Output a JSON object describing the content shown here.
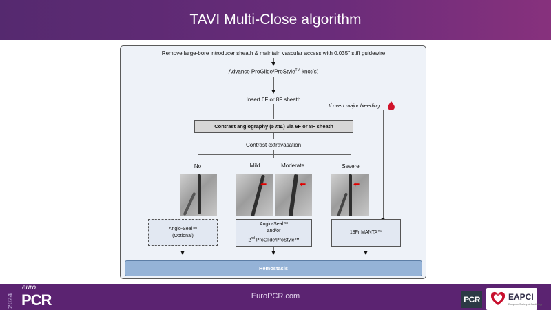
{
  "header": {
    "title": "TAVI Multi-Close algorithm"
  },
  "flow": {
    "step1": "Remove large-bore introducer sheath & maintain vascular access with 0.035'' stiff guidewire",
    "step2_text": "Advance ProGlide/ProStyle",
    "step2_tm": "TM",
    "step2_suffix": " knot(s)",
    "step3": "Insert 6F or 8F sheath",
    "bleeding_label": "If overt major bleeding",
    "angio_prefix": "Contrast angiography (",
    "angio_italic": "5 mL",
    "angio_suffix": ") via 6F or 8F sheath",
    "extravasation_label": "Contrast extravasation",
    "grades": [
      "No",
      "Mild",
      "Moderate",
      "Severe"
    ],
    "outcomes": {
      "no": {
        "line1": "Angio-Seal™",
        "line2": "(Optional)"
      },
      "mild_moderate": {
        "line1": "Angio-Seal™",
        "line2": "and/or",
        "line3_sup": "nd",
        "line3_pre": "2",
        "line3": " ProGlide/ProStyle™"
      },
      "severe": {
        "line1": "18Fr MANTA™"
      }
    },
    "final": "Hemostasis"
  },
  "footer": {
    "url": "EuroPCR.com",
    "logo_year": "2024",
    "logo_euro": "euro",
    "logo_pcr": "PCR",
    "partner_pcr": "PCR",
    "partner_eapci": "EAPCI",
    "partner_eapci_sub": "European Society of Cardiology"
  },
  "colors": {
    "brand_purple": "#5b2371",
    "hemostasis_blue": "#95b3d7",
    "alert_red": "#e10000"
  }
}
